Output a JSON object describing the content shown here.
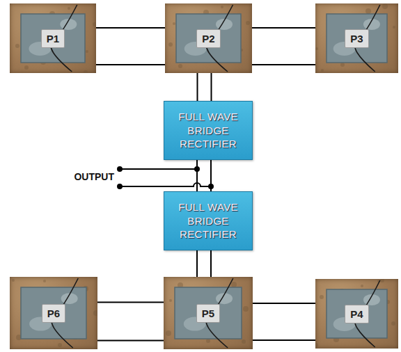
{
  "diagram": {
    "nodes": [
      {
        "text": [
          "P1"
        ]
      },
      {
        "text": [
          "P2"
        ]
      },
      {
        "text": [
          "P3"
        ]
      },
      {
        "text": [
          "FULL WAVE BRIDGE RECTIFIER"
        ]
      },
      {
        "text": [
          "FULL WAVE BRIDGE RECTIFIER"
        ]
      },
      {
        "text": [
          "P6"
        ]
      },
      {
        "text": [
          "P5"
        ]
      },
      {
        "text": [
          "P4"
        ]
      }
    ],
    "edges": [
      {
        "from": 0,
        "to": 1,
        "arrow": "none"
      },
      {
        "from": 1,
        "to": 2,
        "arrow": "none"
      },
      {
        "from": 1,
        "to": 3,
        "arrow": "none"
      },
      {
        "from": 3,
        "to": 4,
        "arrow": "none"
      },
      {
        "from": 4,
        "to": 6,
        "arrow": "none"
      },
      {
        "from": 5,
        "to": 6,
        "arrow": "none"
      },
      {
        "from": 6,
        "to": 7,
        "arrow": "none"
      }
    ],
    "labels": [
      "OUTPUT"
    ]
  }
}
